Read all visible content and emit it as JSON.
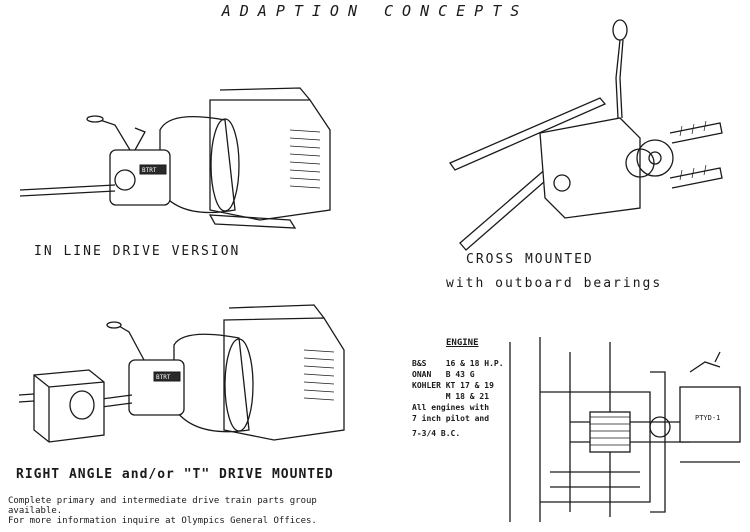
{
  "title": "ADAPTION CONCEPTS",
  "captions": {
    "in_line": "IN LINE DRIVE VERSION",
    "cross_mounted": "CROSS MOUNTED",
    "outboard": "with outboard bearings",
    "right_angle": "RIGHT ANGLE and/or \"T\" DRIVE MOUNTED"
  },
  "engine": {
    "heading": "ENGINE",
    "lines": [
      "B&S    16 & 18 H.P.",
      "ONAN   B 43 G",
      "KOHLER KT 17 & 19",
      "       M 18 & 21",
      "All engines with",
      "7 inch pilot and",
      "7-3/4 B.C."
    ]
  },
  "footer": {
    "line1": "Complete primary and intermediate drive train parts group",
    "line2": "available.",
    "line3": "For more information inquire at Olympics General Offices."
  },
  "badge_text": "BTRT"
}
